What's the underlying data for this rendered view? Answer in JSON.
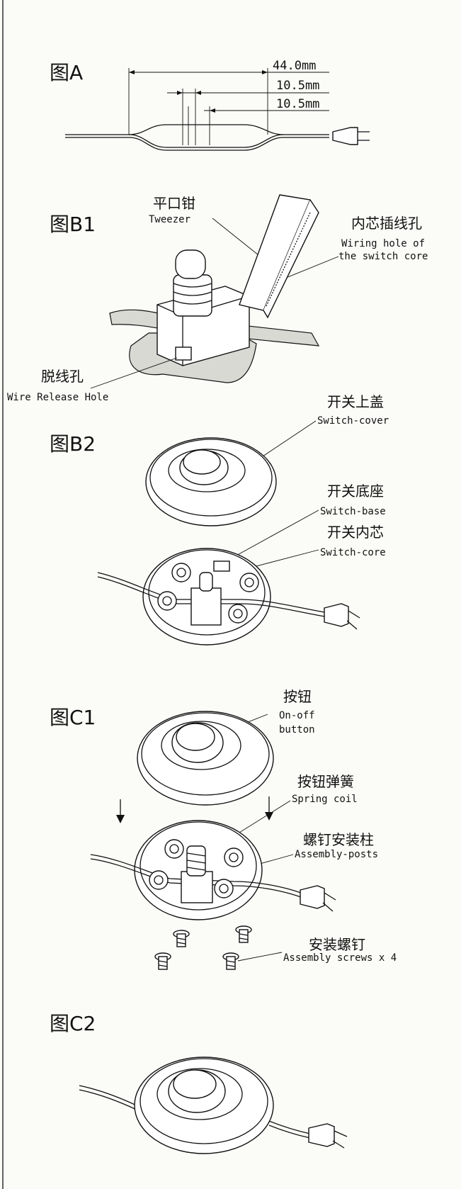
{
  "figures": {
    "a": "图A",
    "b1": "图B1",
    "b2": "图B2",
    "c1": "图C1",
    "c2": "图C2"
  },
  "dimensions": [
    "44.0mm",
    "10.5mm",
    "10.5mm"
  ],
  "labels": {
    "tweezer": {
      "zh": "平口钳",
      "en": "Tweezer"
    },
    "wiring_hole": {
      "zh": "内芯插线孔",
      "en_line1": "Wiring hole of",
      "en_line2": "the switch core"
    },
    "wire_release": {
      "zh": "脱线孔",
      "en": "Wire Release Hole"
    },
    "switch_cover": {
      "zh": "开关上盖",
      "en": "Switch-cover"
    },
    "switch_base": {
      "zh": "开关底座",
      "en": "Switch-base"
    },
    "switch_core": {
      "zh": "开关内芯",
      "en": "Switch-core"
    },
    "button": {
      "zh": "按钮",
      "en_line1": "On-off",
      "en_line2": "button"
    },
    "spring": {
      "zh": "按钮弹簧",
      "en": "Spring  coil"
    },
    "posts": {
      "zh": "螺钉安装柱",
      "en": "Assembly-posts"
    },
    "screws": {
      "zh": "安装螺钉",
      "en": "Assembly screws x 4"
    }
  },
  "colors": {
    "ink": "#111111",
    "paper": "#fbfbf8"
  },
  "icons": [
    "plug-icon",
    "screw-icon",
    "arrow-down-icon"
  ]
}
